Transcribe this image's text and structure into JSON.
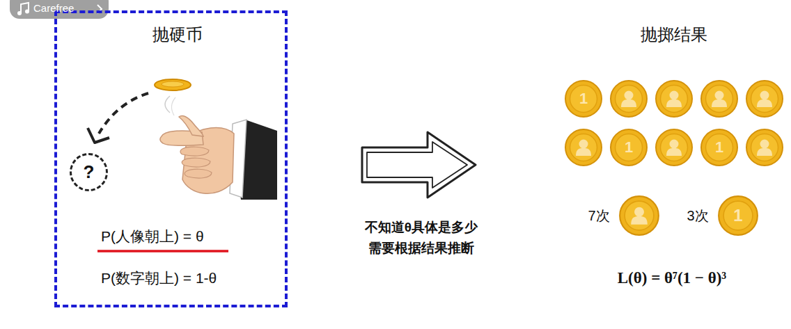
{
  "diagram": {
    "nodes": [
      {
        "text": [
          "抛硬币",
          "P(人像朝上) = θ",
          "P(数字朝上) = 1-θ"
        ]
      },
      {
        "text": [
          "?"
        ],
        "in": 0
      }
    ],
    "labels": [
      "Carefree",
      "抛掷结果",
      "1",
      "1",
      "1",
      "不知道θ具体是多少 需要根据结果推断",
      "7次",
      "3次",
      "1",
      "L(θ) = θ⁷(1 − θ)³"
    ]
  }
}
